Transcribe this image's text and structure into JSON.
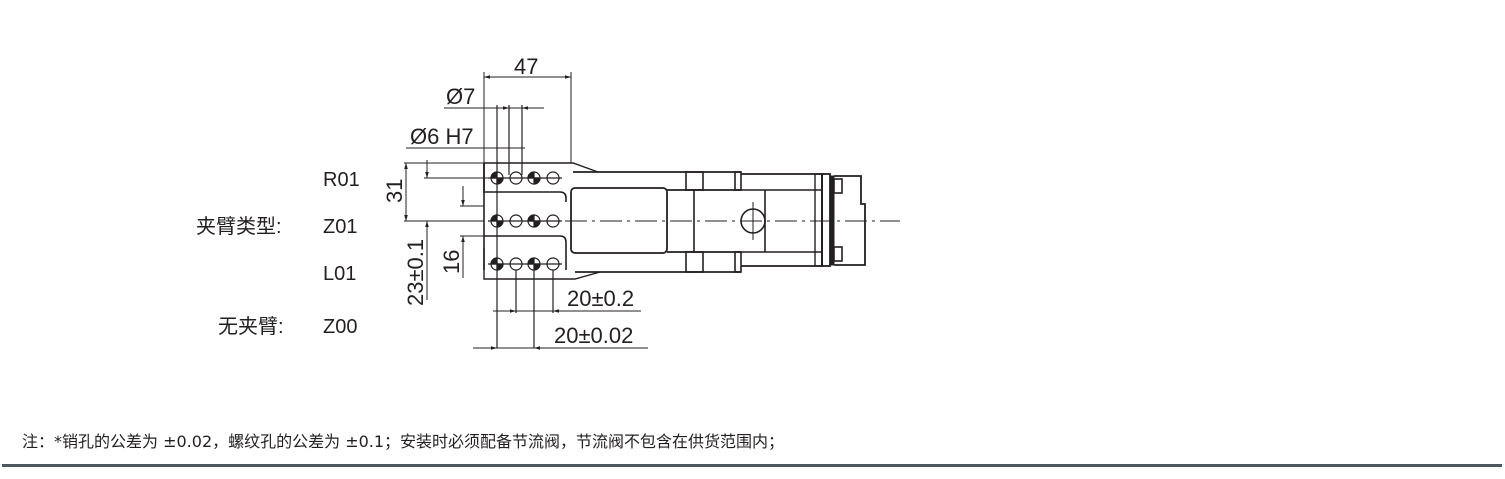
{
  "drawing": {
    "labels": {
      "arm_type": "夹臂类型:",
      "no_arm": "无夹臂:"
    },
    "codes": [
      "R01",
      "Z01",
      "L01",
      "Z00"
    ],
    "dimensions": {
      "overall_width": "47",
      "hole_dia_thread": "Ø7",
      "hole_dia_pin": "Ø6 H7",
      "row_spacing_outer": "31",
      "row_offset": "23±0.1",
      "slot_width": "16",
      "hole_pitch_thread": "20±0.2",
      "hole_pitch_pin": "20±0.02"
    },
    "colors": {
      "line": "#231f20",
      "divider": "#4e575d"
    }
  },
  "footer": {
    "note": "注：*销孔的公差为 ±0.02，螺纹孔的公差为 ±0.1；安装时必须配备节流阀，节流阀不包含在供货范围内；"
  }
}
